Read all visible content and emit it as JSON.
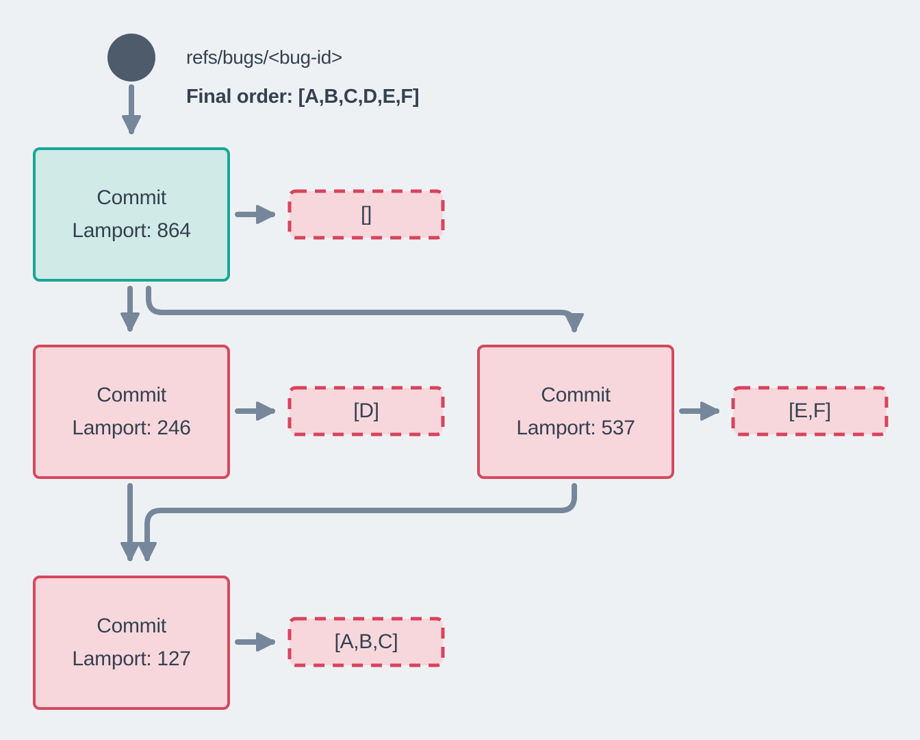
{
  "header": {
    "ref_label": "refs/bugs/<bug-id>",
    "final_order_label": "Final order: [A,B,C,D,E,F]"
  },
  "nodes": [
    {
      "id": "commit-864",
      "title": "Commit",
      "subtitle": "Lamport: 864",
      "variant": "teal",
      "payload": "[]"
    },
    {
      "id": "commit-246",
      "title": "Commit",
      "subtitle": "Lamport: 246",
      "variant": "pink",
      "payload": "[D]"
    },
    {
      "id": "commit-537",
      "title": "Commit",
      "subtitle": "Lamport: 537",
      "variant": "pink",
      "payload": "[E,F]"
    },
    {
      "id": "commit-127",
      "title": "Commit",
      "subtitle": "Lamport: 127",
      "variant": "pink",
      "payload": "[A,B,C]"
    }
  ],
  "colors": {
    "background": "#eef1f4",
    "ref_circle": "#4d5b6b",
    "arrow": "#76879b",
    "text": "#344150",
    "teal_border": "#17a796",
    "teal_fill": "#cfeae7",
    "red_border": "#d4495f",
    "red_dashed_border": "#d8435c",
    "pink_fill": "#f8d7dc"
  }
}
